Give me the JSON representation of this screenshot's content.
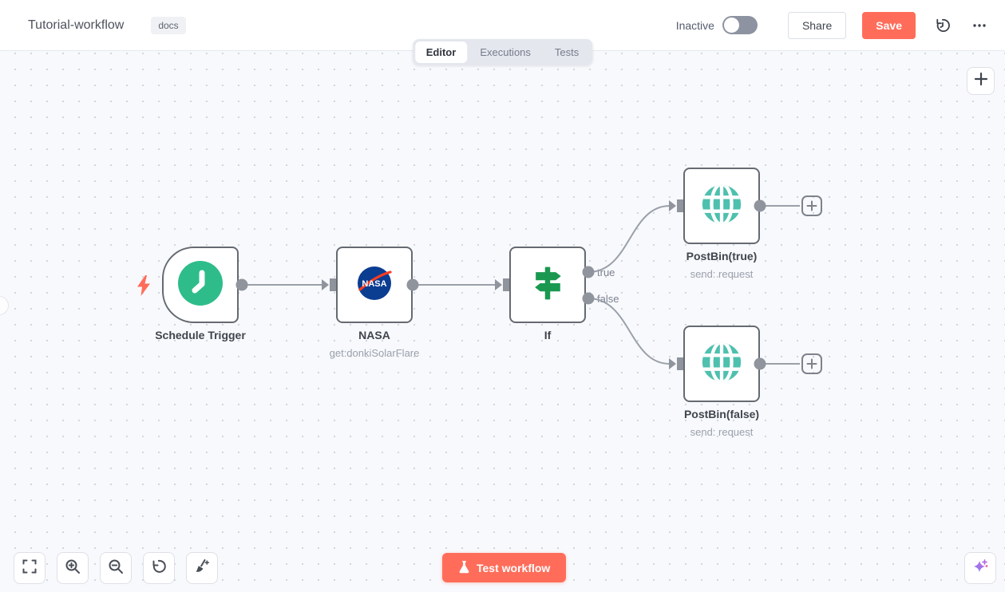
{
  "header": {
    "title": "Tutorial-workflow",
    "tag": "docs",
    "status": "Inactive",
    "share": "Share",
    "save": "Save"
  },
  "tabs": {
    "editor": "Editor",
    "executions": "Executions",
    "tests": "Tests"
  },
  "nodes": {
    "schedule": {
      "label": "Schedule Trigger",
      "icon": "clock-icon"
    },
    "nasa": {
      "label": "NASA",
      "subtitle": "get:donkiSolarFlare",
      "icon": "nasa-logo-icon",
      "logo_text": "NASA"
    },
    "if": {
      "label": "If",
      "icon": "signpost-icon",
      "outputs": {
        "true": "true",
        "false": "false"
      }
    },
    "postbin_true": {
      "label": "PostBin(true)",
      "subtitle": "send: request",
      "icon": "globe-icon"
    },
    "postbin_false": {
      "label": "PostBin(false)",
      "subtitle": "send: request",
      "icon": "globe-icon"
    }
  },
  "footer": {
    "test_button": "Test workflow"
  },
  "icons": {
    "workflow_history": "history-clock-icon",
    "more_menu": "ellipsis-icon",
    "add_node": "plus-icon",
    "fit_view": "fit-view-icon",
    "zoom_in": "zoom-in-icon",
    "zoom_out": "zoom-out-icon",
    "reset_zoom": "undo-arrow-icon",
    "tidy_up": "broom-icon",
    "ai_assistant": "sparkle-icon",
    "trigger_bolt": "lightning-icon",
    "test_flask": "flask-icon"
  },
  "colors": {
    "accent": "#ff6d5a",
    "canvas_bg": "#f8f9fc",
    "node_border": "#656a72",
    "connector": "#9aa0a9",
    "trigger_green": "#2ebd8a",
    "if_green": "#1a9850",
    "globe_teal": "#4ec0ae",
    "nasa_blue": "#0b3d91",
    "nasa_red": "#fc3d21",
    "ai_purple": "#8e72ee"
  }
}
